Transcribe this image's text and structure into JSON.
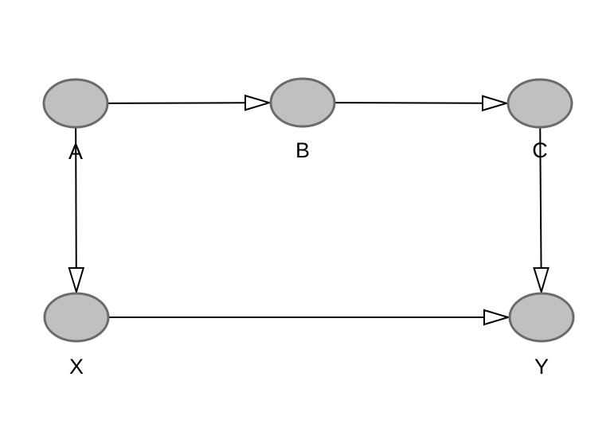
{
  "diagram": {
    "nodes": [
      {
        "id": "A",
        "label": "A"
      },
      {
        "id": "B",
        "label": "B"
      },
      {
        "id": "C",
        "label": "C"
      },
      {
        "id": "X",
        "label": "X"
      },
      {
        "id": "Y",
        "label": "Y"
      }
    ],
    "edges": [
      {
        "from": "A",
        "to": "B"
      },
      {
        "from": "B",
        "to": "C"
      },
      {
        "from": "A",
        "to": "X"
      },
      {
        "from": "C",
        "to": "Y"
      },
      {
        "from": "X",
        "to": "Y"
      }
    ],
    "colors": {
      "node_fill": "#c0c0c0",
      "node_stroke": "#6b6b6b",
      "edge": "#000000",
      "arrowhead_fill": "#ffffff"
    }
  }
}
